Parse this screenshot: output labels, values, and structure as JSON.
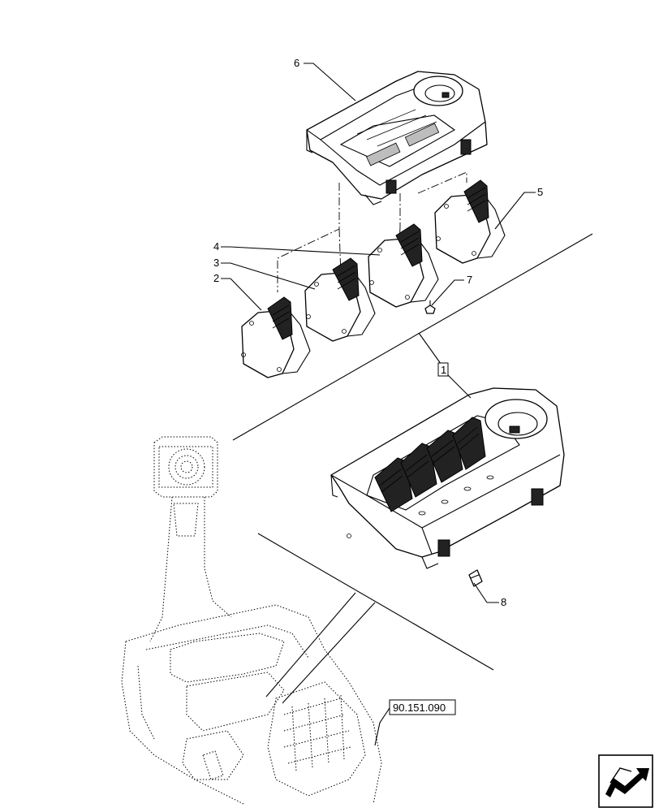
{
  "callouts": {
    "c1": "1",
    "c2": "2",
    "c3": "3",
    "c4": "4",
    "c5": "5",
    "c6": "6",
    "c7": "7",
    "c8": "8"
  },
  "reference": {
    "label": "90.151.090"
  },
  "nav_icon": {
    "name": "next-page-arrow-icon"
  }
}
